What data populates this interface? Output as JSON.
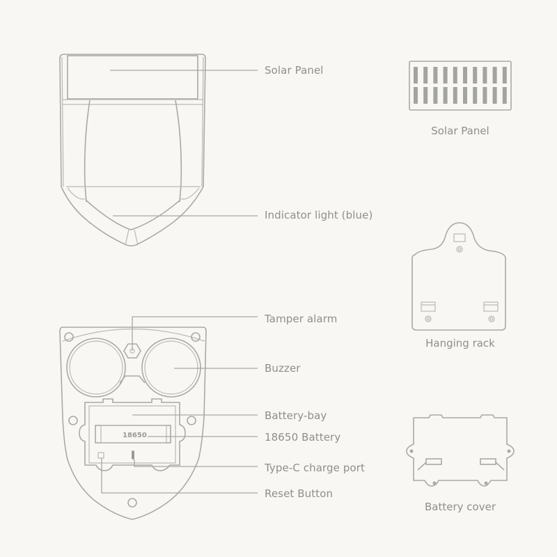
{
  "front_view": {
    "callouts": [
      {
        "id": "solar_panel",
        "label": "Solar Panel"
      },
      {
        "id": "indicator_light",
        "label": "Indicator light (blue)"
      }
    ]
  },
  "back_view": {
    "callouts": [
      {
        "id": "tamper_alarm",
        "label": "Tamper alarm"
      },
      {
        "id": "buzzer",
        "label": "Buzzer"
      },
      {
        "id": "battery_bay",
        "label": "Battery-bay"
      },
      {
        "id": "battery",
        "label": "18650 Battery"
      },
      {
        "id": "charge_port",
        "label": "Type-C charge port"
      },
      {
        "id": "reset_button",
        "label": "Reset Button"
      }
    ],
    "battery_text": "18650"
  },
  "accessories": [
    {
      "id": "solar_panel",
      "caption": "Solar Panel"
    },
    {
      "id": "hanging_rack",
      "caption": "Hanging rack"
    },
    {
      "id": "battery_cover",
      "caption": "Battery cover"
    }
  ],
  "colors": {
    "background": "#f8f7f4",
    "line": "#a9a9a7",
    "text": "#8e8e8c"
  }
}
